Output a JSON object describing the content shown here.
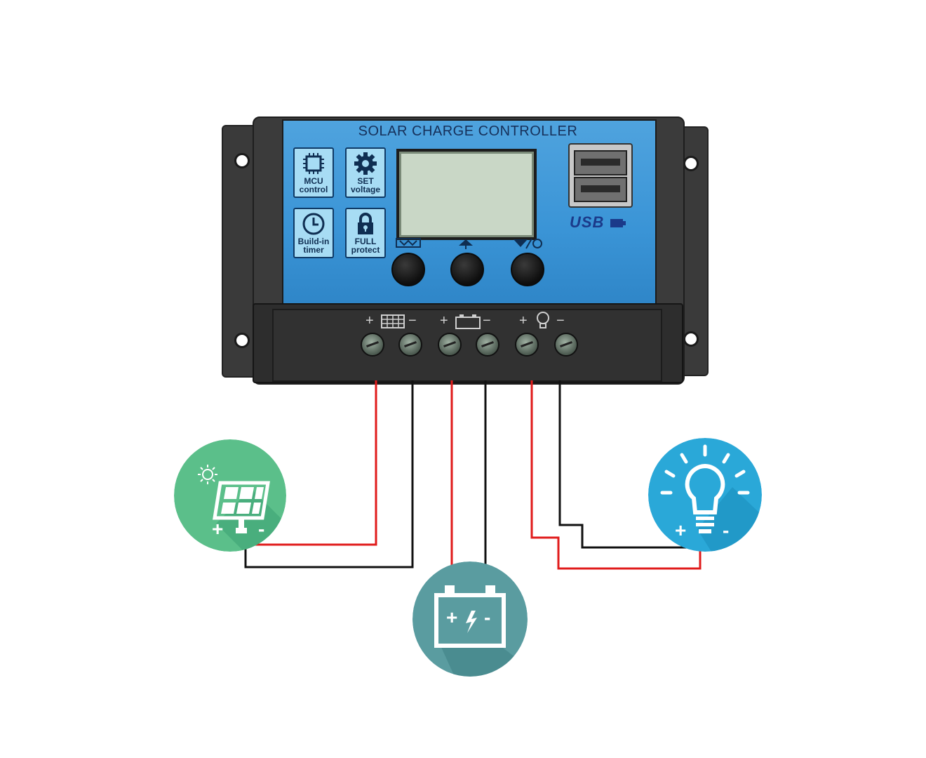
{
  "controller": {
    "title": "SOLAR CHARGE CONTROLLER",
    "features": [
      {
        "icon": "chip-icon",
        "line1": "MCU",
        "line2": "control"
      },
      {
        "icon": "gear-icon",
        "line1": "SET",
        "line2": "voltage"
      },
      {
        "icon": "clock-icon",
        "line1": "Build-in",
        "line2": "timer"
      },
      {
        "icon": "lock-icon",
        "line1": "FULL",
        "line2": "protect"
      }
    ],
    "buttons": [
      {
        "icon": "menu-icon"
      },
      {
        "icon": "up-icon"
      },
      {
        "icon": "down-load-icon"
      }
    ],
    "usb_label": "USB"
  },
  "terminals": [
    {
      "group": "solar-panel",
      "plus": "+",
      "minus": "−"
    },
    {
      "group": "battery",
      "plus": "+",
      "minus": "−"
    },
    {
      "group": "load",
      "plus": "+",
      "minus": "−"
    }
  ],
  "devices": {
    "solar": {
      "plus": "+",
      "minus": "-",
      "color": "#5bbf8a",
      "icon": "solar-panel-icon"
    },
    "battery": {
      "plus": "+",
      "minus": "-",
      "color": "#5a9ca0",
      "icon": "battery-icon"
    },
    "load": {
      "plus": "+",
      "minus": "-",
      "color": "#2aa8d8",
      "icon": "light-bulb-icon"
    }
  },
  "colors": {
    "positive_wire": "#e01b1b",
    "negative_wire": "#111111",
    "faceplate": "#3a94d6"
  }
}
